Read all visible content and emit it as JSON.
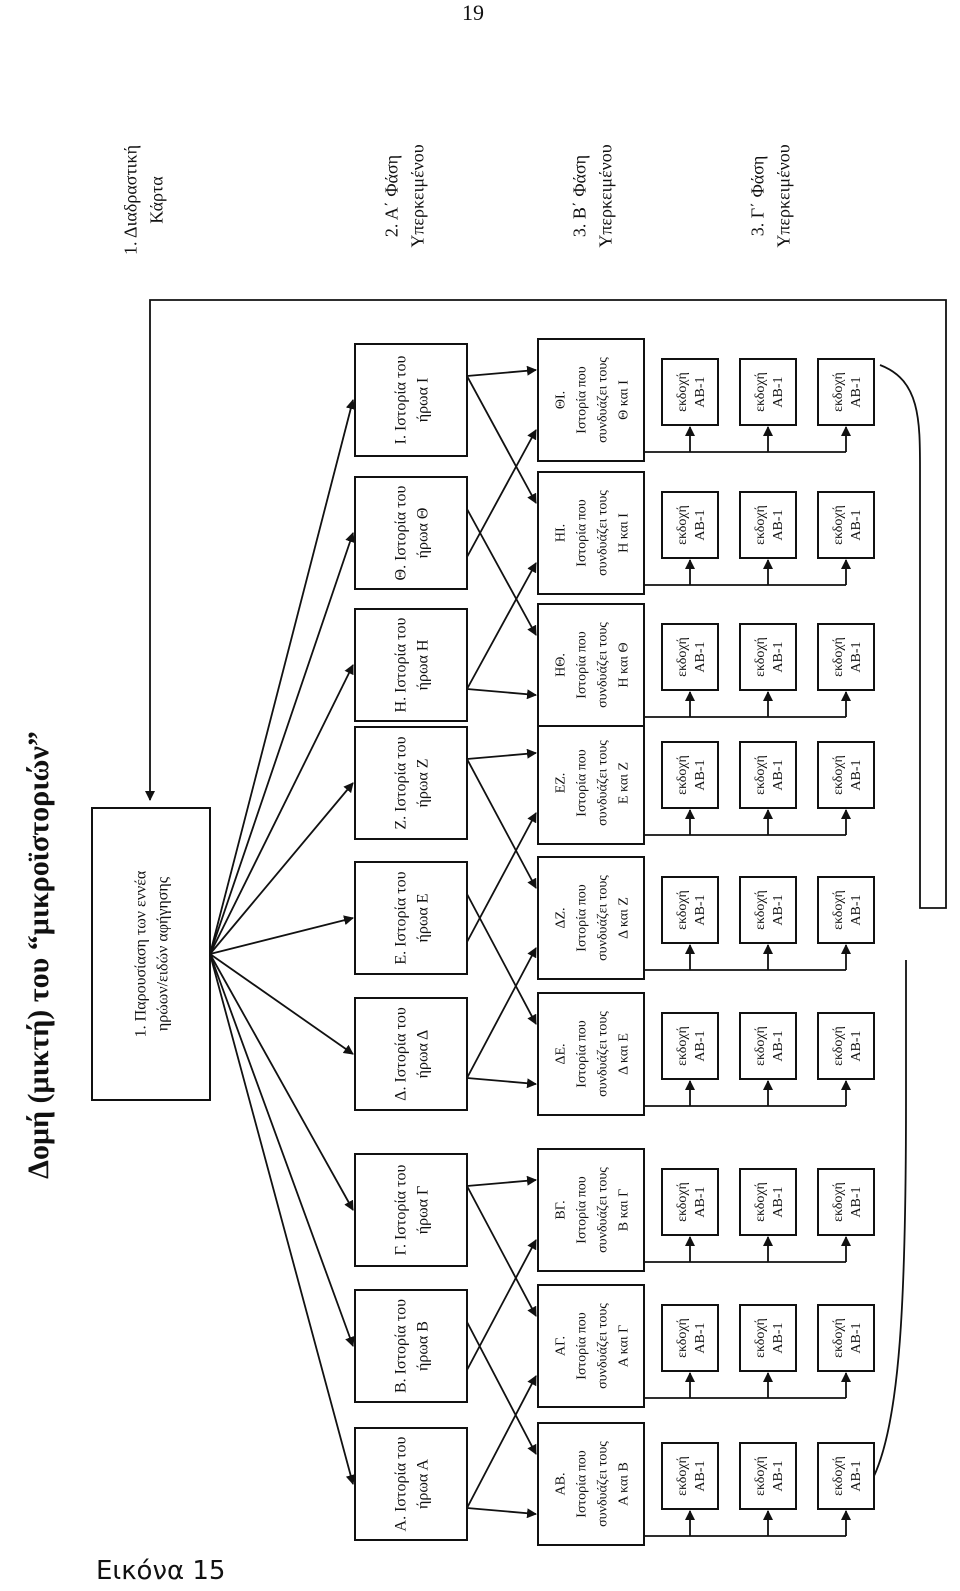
{
  "page_number": "19",
  "figure_caption": "Εικόνα 15",
  "title": "Δομή (μικτή) του “μικροϊστοριών”",
  "column_labels": [
    [
      "1. Διαδραστική",
      "Κάρτα"
    ],
    [
      "2. Α΄ Φάση",
      "Υπερκειμένου"
    ],
    [
      "3. Β΄ Φάση",
      "Υπερκειμένου"
    ],
    [
      "3. Γ΄ Φάση",
      "Υπερκειμένου"
    ]
  ],
  "root": {
    "lines": [
      "1. Παρουσίαση των εννέα",
      "ηρώων/ειδών αφήγησης"
    ]
  },
  "heroes": [
    {
      "id": "A",
      "lines": [
        "Α. Ιστορία του",
        "ήρωα Α"
      ]
    },
    {
      "id": "B",
      "lines": [
        "Β. Ιστορία του",
        "ήρωα Β"
      ]
    },
    {
      "id": "G",
      "lines": [
        "Γ. Ιστορία του",
        "ήρωα Γ"
      ]
    },
    {
      "id": "D",
      "lines": [
        "Δ. Ιστορία του",
        "ήρωα Δ"
      ]
    },
    {
      "id": "E",
      "lines": [
        "Ε. Ιστορία του",
        "ήρωα Ε"
      ]
    },
    {
      "id": "Z",
      "lines": [
        "Ζ. Ιστορία του",
        "ήρωα Ζ"
      ]
    },
    {
      "id": "H",
      "lines": [
        "Η. Ιστορία του",
        "ήρωα Η"
      ]
    },
    {
      "id": "TH",
      "lines": [
        "Θ. Ιστορία του",
        "ήρωα Θ"
      ]
    },
    {
      "id": "I",
      "lines": [
        "Ι. Ιστορία του",
        "ήρωα Ι"
      ]
    }
  ],
  "pairs": [
    {
      "lines": [
        "ΑΒ.",
        "Ιστορία που",
        "συνδυάζει τους",
        "Α και Β"
      ],
      "from": [
        0,
        1
      ]
    },
    {
      "lines": [
        "ΑΓ.",
        "Ιστορία που",
        "συνδυάζει τους",
        "Α και Γ"
      ],
      "from": [
        0,
        2
      ]
    },
    {
      "lines": [
        "ΒΓ.",
        "Ιστορία που",
        "συνδυάζει τους",
        "Β και Γ"
      ],
      "from": [
        1,
        2
      ]
    },
    {
      "lines": [
        "ΔΕ.",
        "Ιστορία που",
        "συνδυάζει τους",
        "Δ και Ε"
      ],
      "from": [
        3,
        4
      ]
    },
    {
      "lines": [
        "ΔΖ.",
        "Ιστορία που",
        "συνδυάζει τους",
        "Δ και Ζ"
      ],
      "from": [
        3,
        5
      ]
    },
    {
      "lines": [
        "ΕΖ.",
        "Ιστορία που",
        "συνδυάζει τους",
        "Ε και Ζ"
      ],
      "from": [
        4,
        5
      ]
    },
    {
      "lines": [
        "ΗΘ.",
        "Ιστορία που",
        "συνδυάζει τους",
        "Η και Θ"
      ],
      "from": [
        6,
        7
      ]
    },
    {
      "lines": [
        "ΗΙ.",
        "Ιστορία που",
        "συνδυάζει τους",
        "Η και Ι"
      ],
      "from": [
        6,
        8
      ]
    },
    {
      "lines": [
        "ΘΙ.",
        "Ιστορία που",
        "συνδυάζει τους",
        "Θ και Ι"
      ],
      "from": [
        7,
        8
      ]
    }
  ],
  "ending_box": {
    "lines": [
      "εκδοχή",
      "ΑΒ-1"
    ]
  },
  "ending_rows": 3
}
